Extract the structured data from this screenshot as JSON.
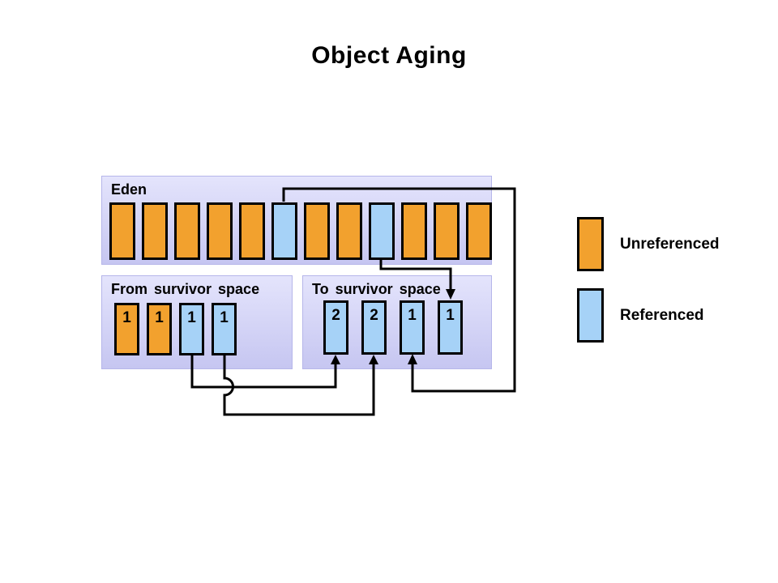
{
  "slide": {
    "title": "Object Aging"
  },
  "colors": {
    "unreferenced": "#F2A12E",
    "referenced": "#A6D2F7",
    "panel-top": "#E4E4FC",
    "panel-bottom": "#C6C6F1",
    "panel-border": "#B6B6EA",
    "cell-border": "#000000",
    "arrow": "#000000"
  },
  "eden": {
    "label": "Eden",
    "cells": [
      "unreferenced",
      "unreferenced",
      "unreferenced",
      "unreferenced",
      "unreferenced",
      "referenced",
      "unreferenced",
      "unreferenced",
      "referenced",
      "unreferenced",
      "unreferenced",
      "unreferenced"
    ]
  },
  "from_survivor": {
    "label": "From survivor space",
    "cells": [
      {
        "state": "unreferenced",
        "age": "1"
      },
      {
        "state": "unreferenced",
        "age": "1"
      },
      {
        "state": "referenced",
        "age": "1"
      },
      {
        "state": "referenced",
        "age": "1"
      }
    ]
  },
  "to_survivor": {
    "label": "To survivor space",
    "cells": [
      {
        "state": "referenced",
        "age": "2"
      },
      {
        "state": "referenced",
        "age": "2"
      },
      {
        "state": "referenced",
        "age": "1"
      },
      {
        "state": "referenced",
        "age": "1"
      }
    ]
  },
  "legend": {
    "items": [
      {
        "swatch": "unreferenced",
        "label": "Unreferenced"
      },
      {
        "swatch": "referenced",
        "label": "Referenced"
      }
    ]
  }
}
